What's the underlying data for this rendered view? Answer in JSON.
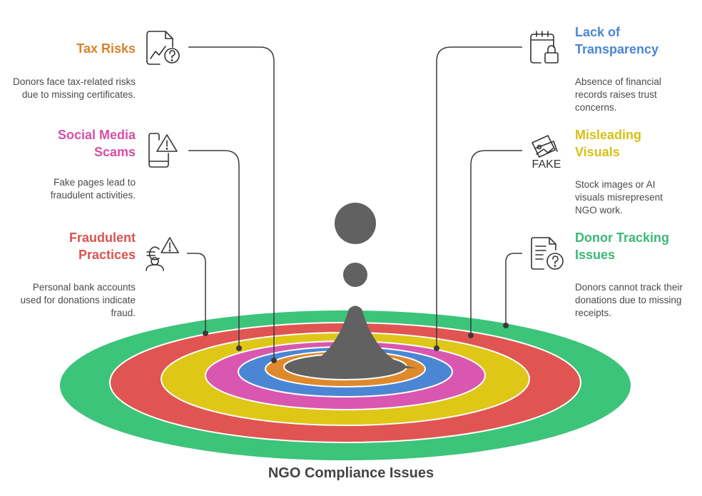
{
  "diagram": {
    "title": "NGO Compliance Issues",
    "items": [
      {
        "title": "Tax Risks",
        "desc": "Donors face tax-related risks due to missing certificates.",
        "color": "#d9822b",
        "icon": "chart-question-icon",
        "side": "left"
      },
      {
        "title": "Social Media Scams",
        "desc": "Fake pages lead to fraudulent activities.",
        "color": "#d64fa6",
        "icon": "phone-warning-icon",
        "side": "left"
      },
      {
        "title": "Fraudulent Practices",
        "desc": "Personal bank accounts used for donations indicate fraud.",
        "color": "#d9534f",
        "icon": "person-euro-warning-icon",
        "side": "left"
      },
      {
        "title": "Lack of Transparency",
        "desc": "Absence of financial records raises trust concerns.",
        "color": "#4a86d4",
        "icon": "calendar-lock-icon",
        "side": "right"
      },
      {
        "title": "Misleading Visuals",
        "desc": "Stock images or AI visuals misrepresent NGO work.",
        "color": "#dcc315",
        "icon": "fake-image-icon",
        "side": "right"
      },
      {
        "title": "Donor Tracking Issues",
        "desc": "Donors cannot track their donations due to missing receipts.",
        "color": "#3cb878",
        "icon": "document-question-icon",
        "side": "right"
      }
    ],
    "icon_labels": {
      "fake": "FAKE"
    },
    "ring_colors": [
      "#3cc47a",
      "#e05551",
      "#dfc718",
      "#d957b0",
      "#4a86d4",
      "#de8a2c",
      "#616161"
    ]
  }
}
